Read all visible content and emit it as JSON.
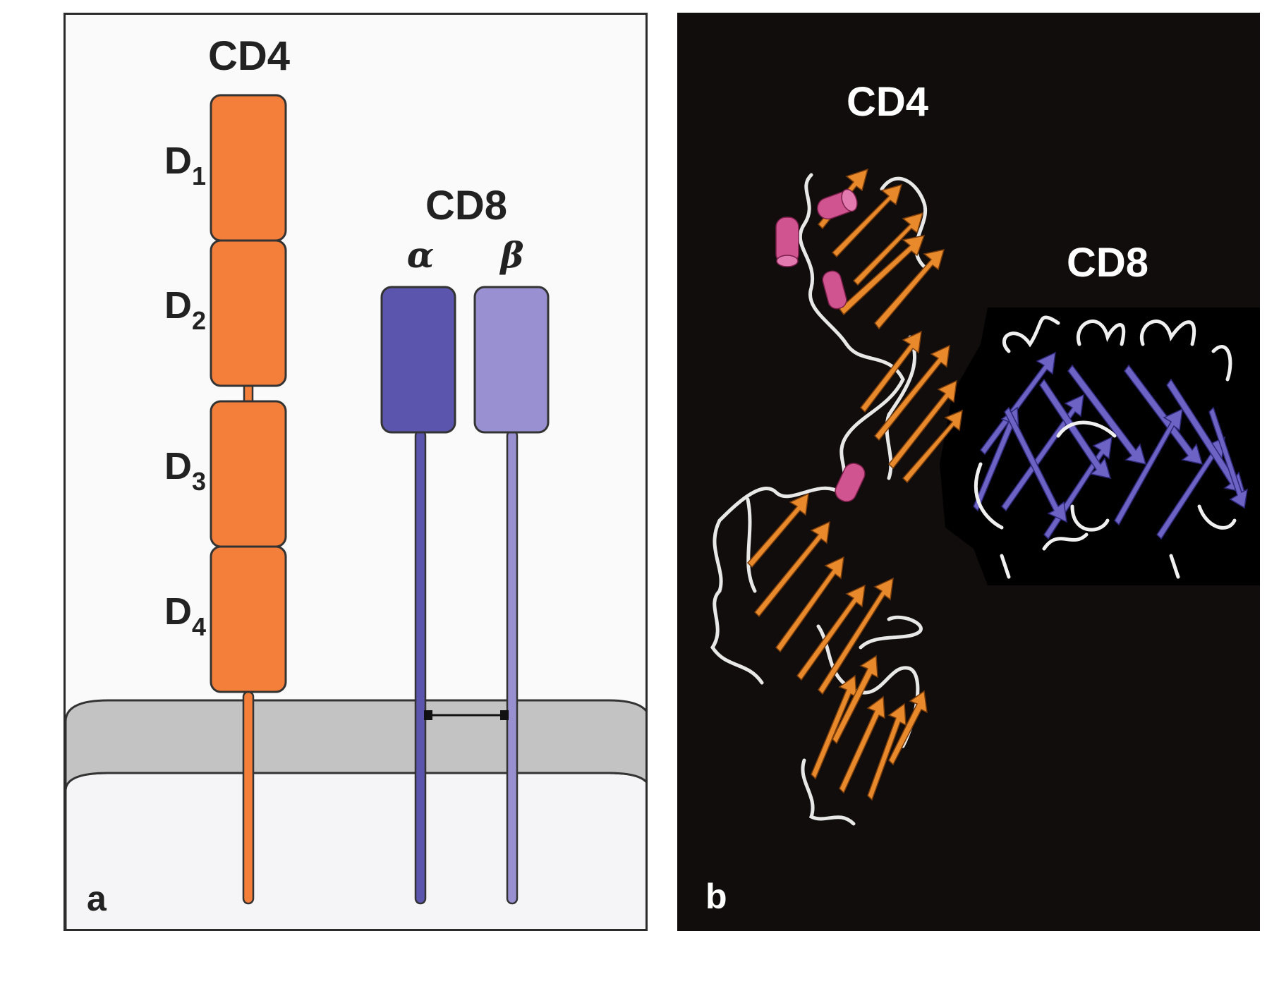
{
  "panel_a": {
    "panel_label": "a",
    "cd4": {
      "title": "CD4",
      "domains": [
        {
          "base": "D",
          "sub": "1"
        },
        {
          "base": "D",
          "sub": "2"
        },
        {
          "base": "D",
          "sub": "3"
        },
        {
          "base": "D",
          "sub": "4"
        }
      ],
      "color": "#f47f3b"
    },
    "cd8": {
      "title": "CD8",
      "alpha_label": "α",
      "beta_label": "β",
      "alpha_color": "#5b55ae",
      "beta_color": "#9890d0"
    },
    "membrane_color": "#c3c3c3",
    "cytoplasm_color": "#f5f5f7"
  },
  "panel_b": {
    "panel_label": "b",
    "cd4_title": "CD4",
    "cd8_title": "CD8",
    "cd4_ribbon_color": "#e8892b",
    "helix_color": "#d0548f",
    "cd8_ribbon_color": "#6c63c4",
    "background": "#120d0d"
  }
}
